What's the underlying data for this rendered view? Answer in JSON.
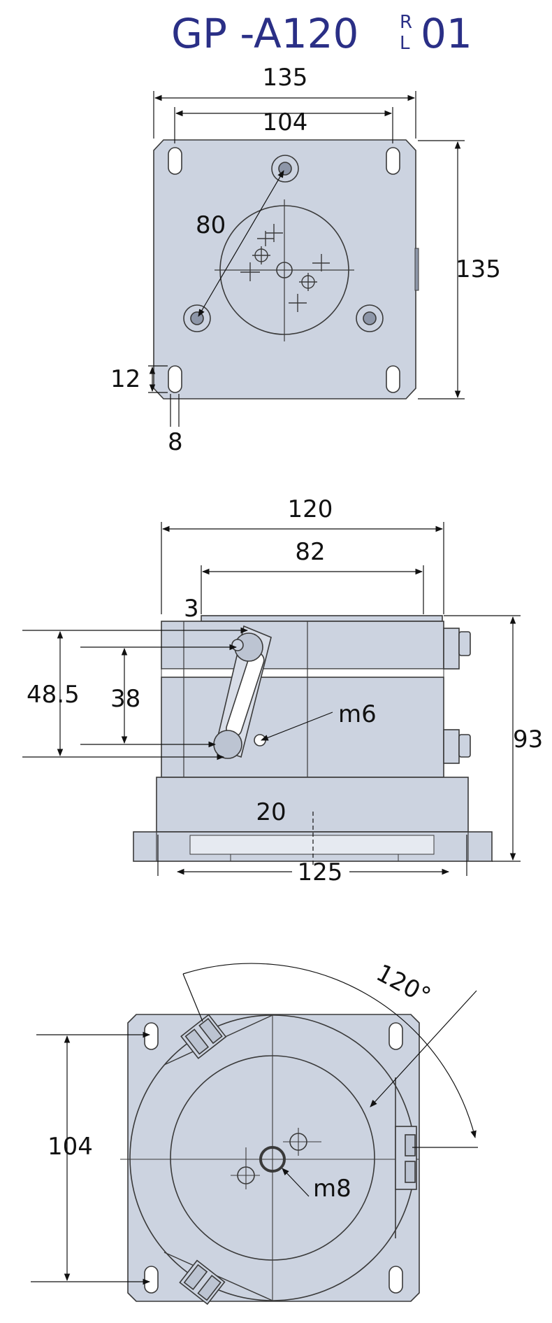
{
  "title": {
    "prefix": "GP -A120",
    "sup": "R",
    "sub": "L",
    "suffix": "01"
  },
  "top_view": {
    "width": "135",
    "hole_spacing": "104",
    "height": "135",
    "bolt_circle": "80",
    "slot_length": "12",
    "slot_width": "8"
  },
  "side_view": {
    "top_width": "120",
    "inner_width": "82",
    "plate_thickness": "3",
    "outer_height": "48.5",
    "inner_height": "38",
    "thread_side": "m6",
    "total_height": "93",
    "base_step": "20",
    "base_width": "125"
  },
  "bottom_view": {
    "angle": "120°",
    "hole_spacing": "104",
    "thread_center": "m8"
  },
  "colors": {
    "part_fill": "#ccd3e0",
    "outline": "#3a3a3a",
    "title": "#2a2f86",
    "background": "#ffffff"
  }
}
